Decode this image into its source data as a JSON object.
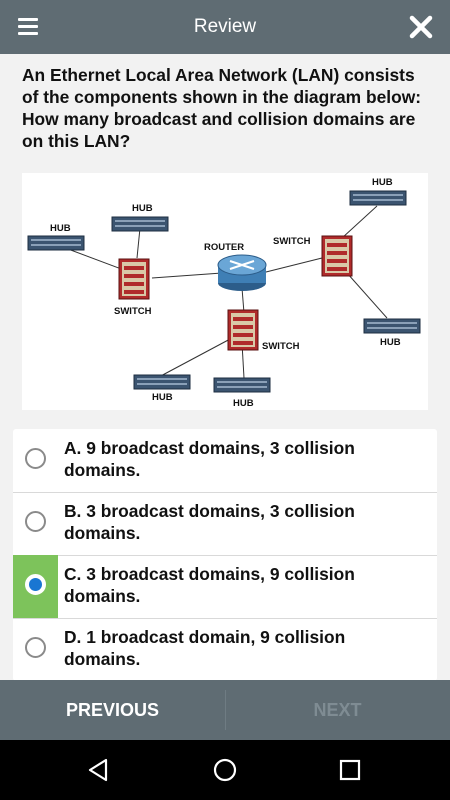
{
  "header": {
    "title": "Review",
    "menu_icon": "hamburger-menu-icon",
    "close_icon": "close-icon"
  },
  "question": "An Ethernet Local Area Network (LAN) consists of the components shown in the diagram below: How many broadcast and collision domains are on this LAN?",
  "diagram": {
    "labels": {
      "hub": "HUB",
      "switch": "SWITCH",
      "router": "ROUTER"
    }
  },
  "options": [
    {
      "label": "A. 9 broadcast domains, 3 collision domains.",
      "selected": false
    },
    {
      "label": "B. 3 broadcast domains, 3 collision domains.",
      "selected": false
    },
    {
      "label": "C. 3 broadcast domains, 9 collision domains.",
      "selected": true
    },
    {
      "label": "D. 1 broadcast domain, 9 collision domains.",
      "selected": false
    }
  ],
  "footer": {
    "previous": "PREVIOUS",
    "next": "NEXT"
  },
  "colors": {
    "header": "#5f6c73",
    "selected_strip": "#7dc35b",
    "radio_selected": "#1976d2"
  }
}
